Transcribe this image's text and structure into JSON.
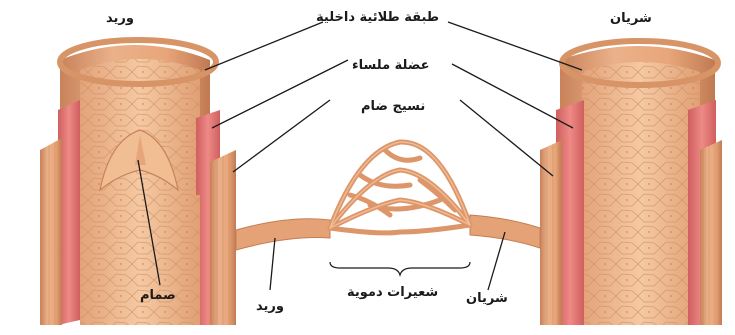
{
  "labels": {
    "vein_title": "وريد",
    "artery_title": "شريان",
    "endothelium": "طبقة طلائية داخلية",
    "smooth_muscle": "عضلة ملساء",
    "connective_tissue": "نسيج ضام",
    "valve": "صمام",
    "venule": "وريد",
    "capillaries": "شعيرات دموية",
    "arteriole": "شريان"
  },
  "colors": {
    "outer_layer": "#e7a77b",
    "inner_lumen": "#f0b98e",
    "muscle_layer": "#e06a6c",
    "line": "#1a1a1a"
  }
}
